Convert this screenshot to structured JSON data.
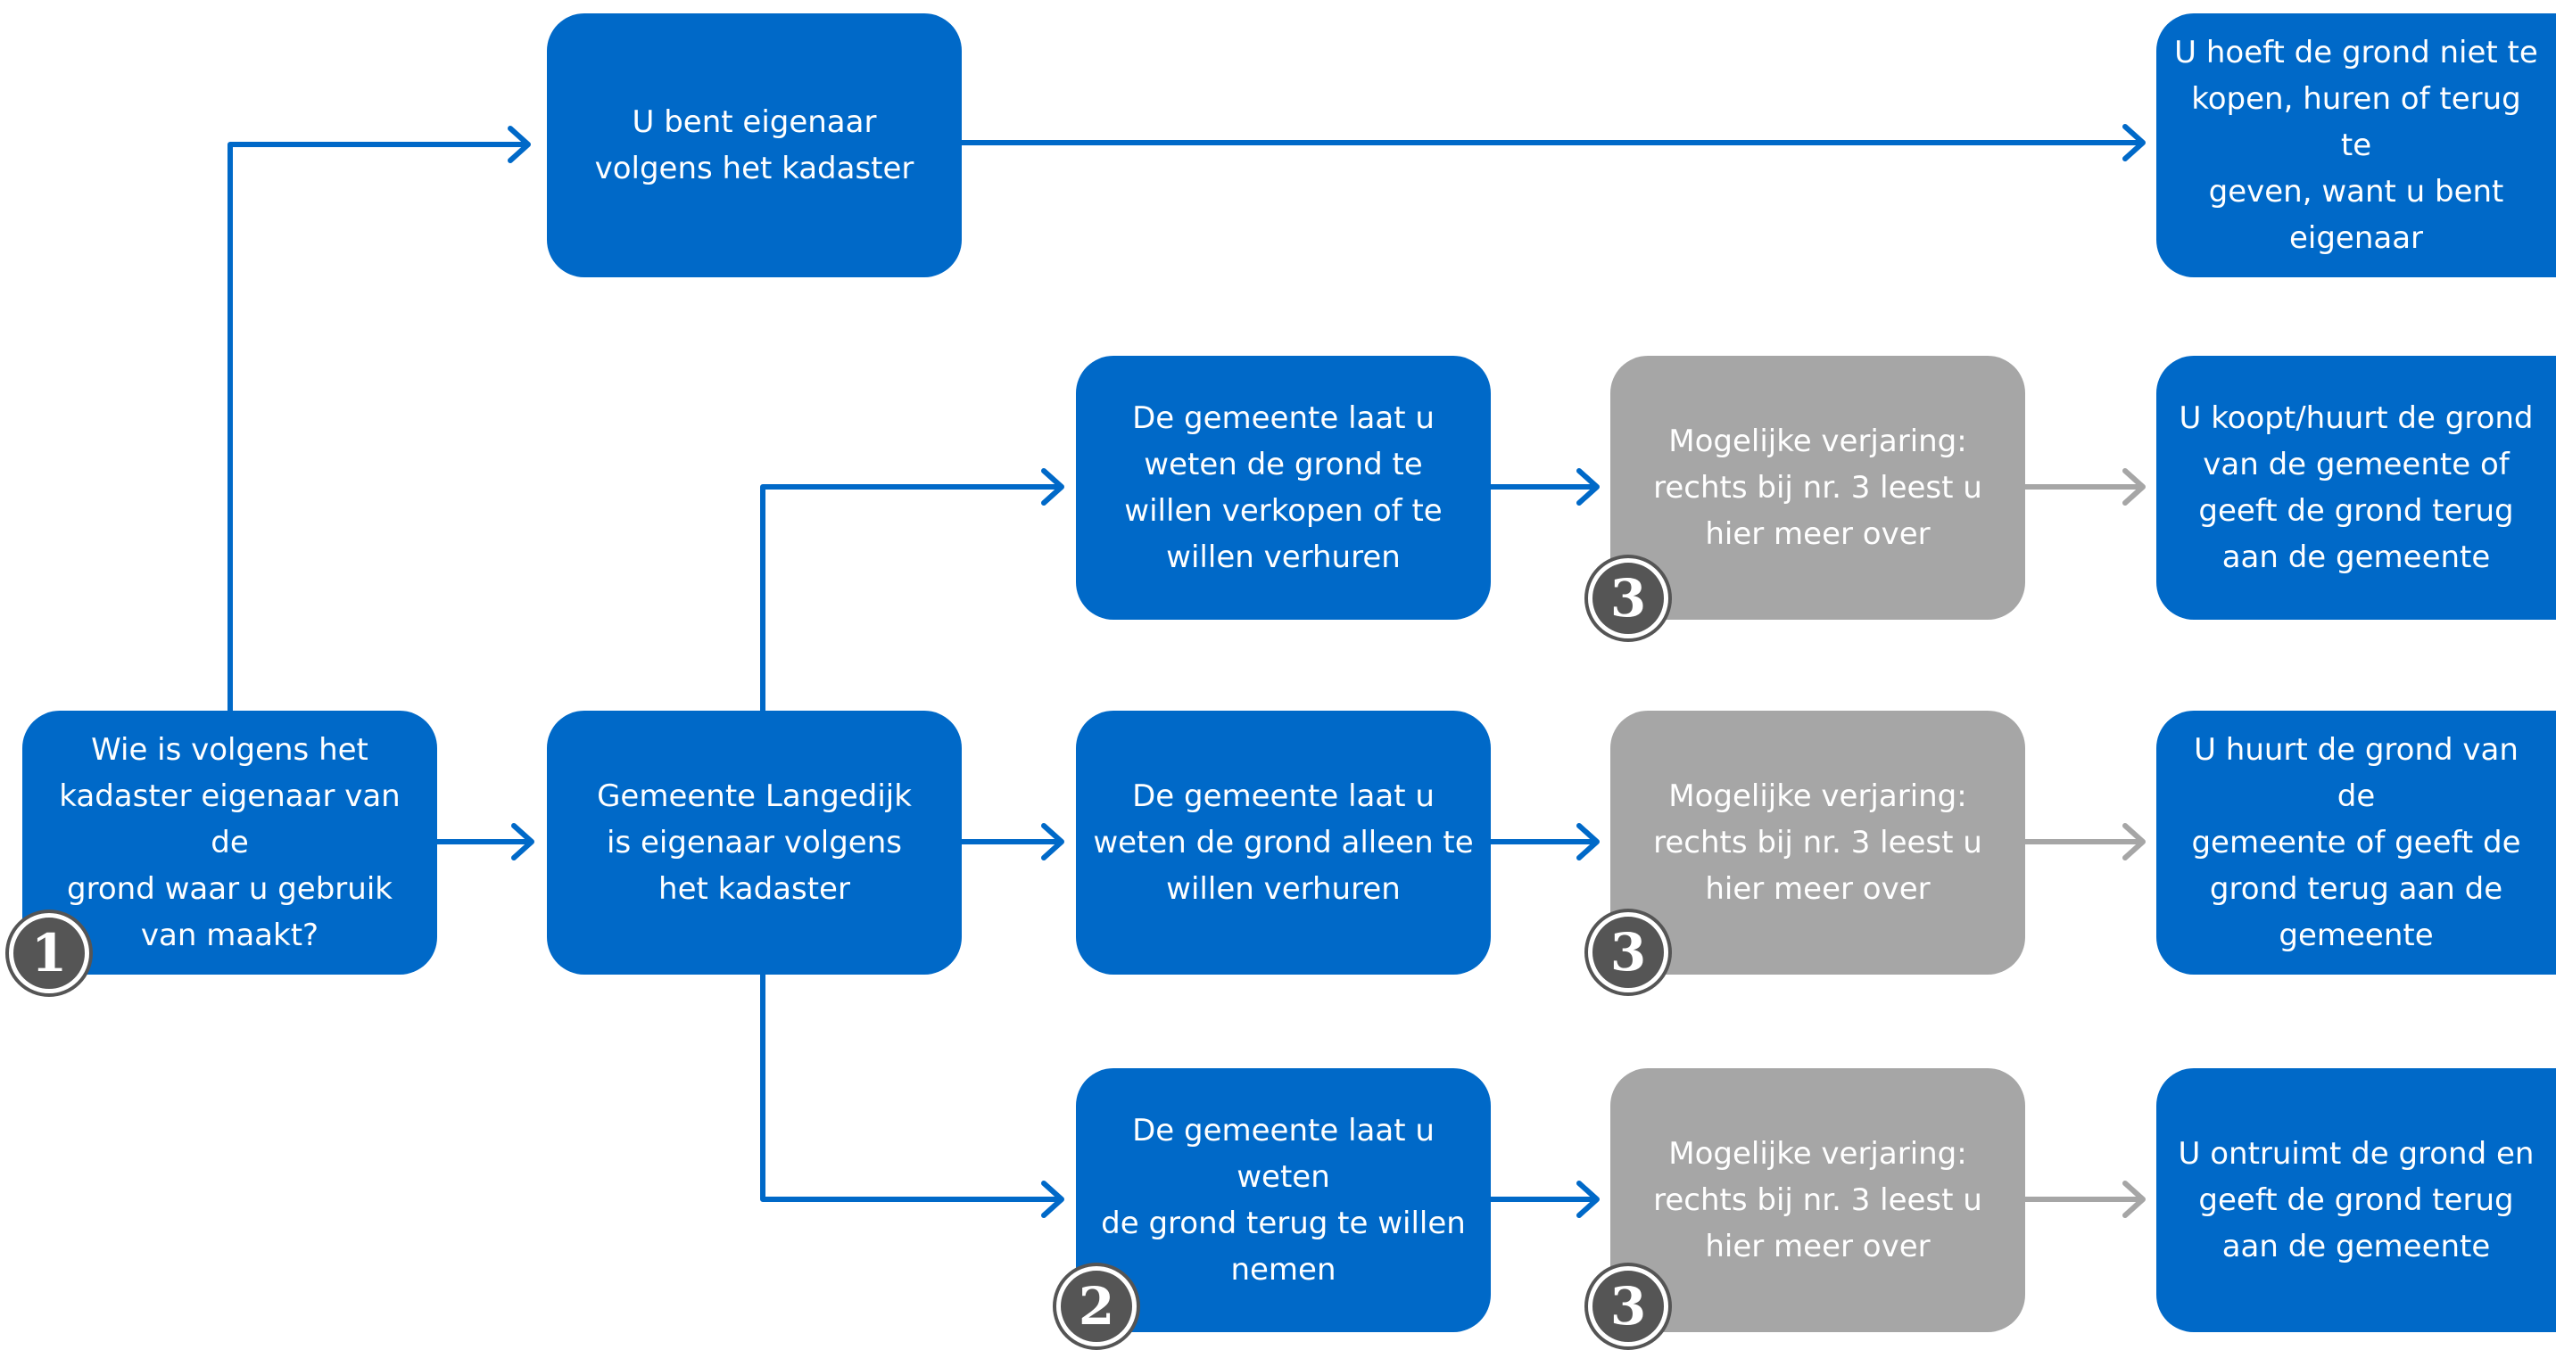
{
  "colors": {
    "blue": "#0069c8",
    "grey": "#a6a6a6",
    "badge": "#555555",
    "edge_blue": "#0069c8",
    "edge_grey": "#a6a6a6"
  },
  "nodes": {
    "start": "Wie is volgens het\nkadaster eigenaar van de\ngrond waar u gebruik\nvan maakt?",
    "owner": "U bent eigenaar\nvolgens het kadaster",
    "owner_result": "U hoeft de grond niet te\nkopen, huren of terug te\ngeven, want u bent\neigenaar",
    "municipality": "Gemeente Langedijk\nis eigenaar volgens\nhet kadaster",
    "sell_rent": "De gemeente laat u\nweten de grond te\nwillen verkopen of te\nwillen verhuren",
    "rent_only": "De gemeente laat u\nweten de grond alleen te\nwillen verhuren",
    "take_back": "De gemeente laat u weten\nde grond terug te willen\nnemen",
    "prescription_1": "Mogelijke verjaring:\nrechts bij nr. 3 leest u\nhier meer over",
    "prescription_2": "Mogelijke verjaring:\nrechts bij nr. 3 leest u\nhier meer over",
    "prescription_3": "Mogelijke verjaring:\nrechts bij nr. 3 leest u\nhier meer over",
    "result_buy_rent": "U koopt/huurt de grond\nvan de gemeente of\ngeeft de grond terug\naan de gemeente",
    "result_rent": "U huurt de grond van de\ngemeente of geeft de\ngrond terug aan de\ngemeente",
    "result_vacate": "U ontruimt de grond en\ngeeft de grond terug\naan de gemeente"
  },
  "badges": {
    "one": "1",
    "two": "2",
    "three_a": "3",
    "three_b": "3",
    "three_c": "3"
  }
}
